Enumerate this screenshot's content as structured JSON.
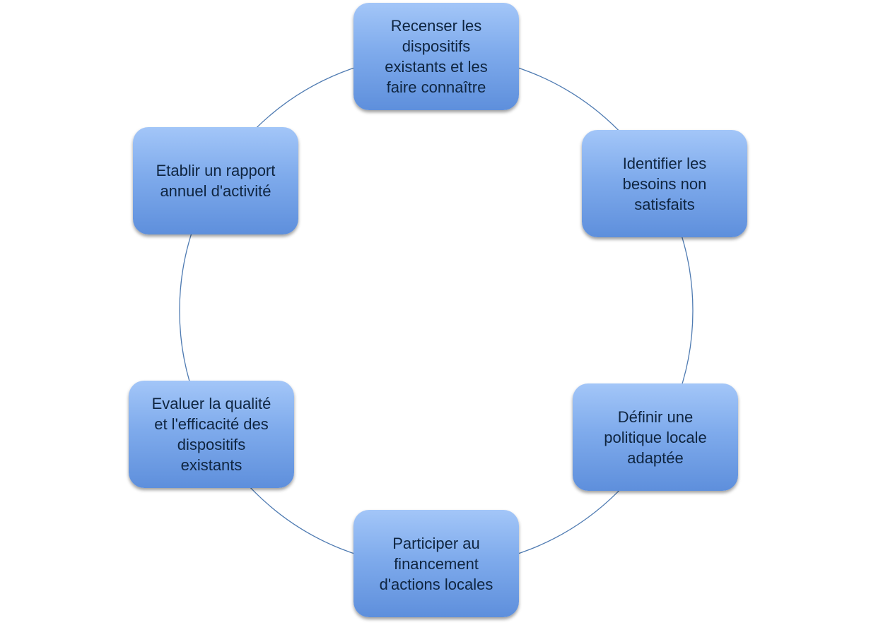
{
  "diagram": {
    "type": "cycle",
    "colors": {
      "ring": "#4f7bb2",
      "node_top": "#a3c6f8",
      "node_bottom": "#5e8fdc",
      "text": "#0f2540"
    },
    "nodes": [
      {
        "label": "Recenser les\ndispositifs\nexistants et les\nfaire connaître"
      },
      {
        "label": "Identifier les\nbesoins non\nsatisfaits"
      },
      {
        "label": "Définir une\npolitique locale\nadaptée"
      },
      {
        "label": "Participer au\nfinancement\nd'actions locales"
      },
      {
        "label": "Evaluer la qualité\net l'efficacité des\ndispositifs\nexistants"
      },
      {
        "label": "Etablir un rapport\nannuel d'activité"
      }
    ]
  }
}
